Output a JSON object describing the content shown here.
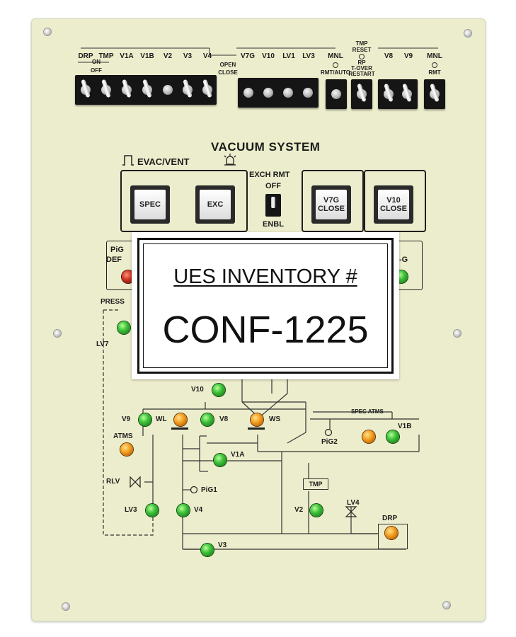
{
  "top_labels": {
    "drp": "DRP",
    "tmp": "TMP",
    "v1a": "V1A",
    "v1b": "V1B",
    "v2": "V2",
    "v3": "V3",
    "v4": "V4",
    "on": "ON",
    "off": "OFF",
    "open": "OPEN",
    "close": "CLOSE",
    "v7g": "V7G",
    "v10": "V10",
    "lv1": "LV1",
    "lv3": "LV3",
    "mnl": "MNL",
    "rmt_auto": "RMT/AUTO",
    "tmp_reset": "TMP",
    "reset": "RESET",
    "rp": "RP",
    "t_over": "T-OVER",
    "restart": "RESTART",
    "v8": "V8",
    "v9": "V9",
    "mnl2": "MNL",
    "rmt": "RMT"
  },
  "title": "VACUUM SYSTEM",
  "evac_vent": "EVAC/VENT",
  "exch_rmt": "EXCH RMT",
  "exch_off": "OFF",
  "exch_enbl": "ENBL",
  "buttons": {
    "spec": "SPEC",
    "exc": "EXC",
    "v7g_close": "V7G CLOSE",
    "v10_close": "V10 CLOSE"
  },
  "partial": {
    "pig": "PiG",
    "def": "DEF",
    "g": "-G",
    "press": "PRESS",
    "lv7": "LV7"
  },
  "sticker": {
    "title": "UES INVENTORY #",
    "number": "CONF-1225"
  },
  "diagram": {
    "v10": "V10",
    "v9": "V9",
    "wl": "WL",
    "v8": "V8",
    "ws": "WS",
    "spec_atms": "SPEC ATMS",
    "atms": "ATMS",
    "pig2": "PiG2",
    "v1b": "V1B",
    "v1a": "V1A",
    "rlv": "RLV",
    "pig1": "PiG1",
    "tmp": "TMP",
    "lv4": "LV4",
    "drp": "DRP",
    "lv3": "LV3",
    "v4": "V4",
    "v2": "V2",
    "v3": "V3"
  },
  "colors": {
    "panel": "#ecedcc",
    "led_green": "#3fc23a",
    "led_orange": "#f29a1c",
    "led_red": "#c9301f"
  },
  "icons": [
    "screw-icon",
    "square-pulse-icon",
    "warning-light-icon",
    "valve-icon",
    "gauge-icon"
  ]
}
